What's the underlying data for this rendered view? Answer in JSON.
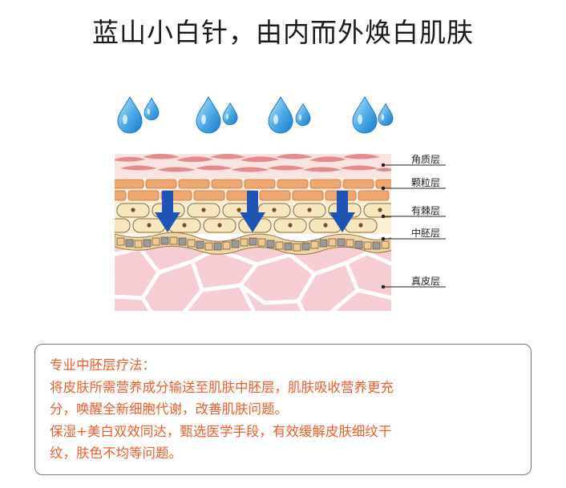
{
  "title": "蓝山小白针，由内而外焕白肌肤",
  "diagram": {
    "layers": [
      {
        "id": "stratum-corneum",
        "label": "角质层"
      },
      {
        "id": "stratum-granulosum",
        "label": "颗粒层"
      },
      {
        "id": "stratum-spinosum",
        "label": "有棘层"
      },
      {
        "id": "stratum-basale",
        "label": "中胚层"
      },
      {
        "id": "dermis",
        "label": "真皮层"
      }
    ],
    "droplet_icon": "water-droplet-icon",
    "arrow_icon": "arrow-down-icon",
    "colors": {
      "droplet": "#2e8fd8",
      "arrow": "#1f54b4",
      "corneum": "#e58a8a",
      "granulosum": "#efa66f",
      "spinosum": "#f6e7bf",
      "dermis": "#f6cdd3"
    }
  },
  "info": {
    "lines": [
      "专业中胚层疗法：",
      "将皮肤所需营养成分输送至肌肤中胚层，肌肤吸收营养更充",
      "分，唤醒全新细胞代谢，改善肌肤问题。",
      "保湿+美白双效同达，甄选医学手段，有效缓解皮肤细纹干",
      "纹，肤色不均等问题。"
    ]
  }
}
